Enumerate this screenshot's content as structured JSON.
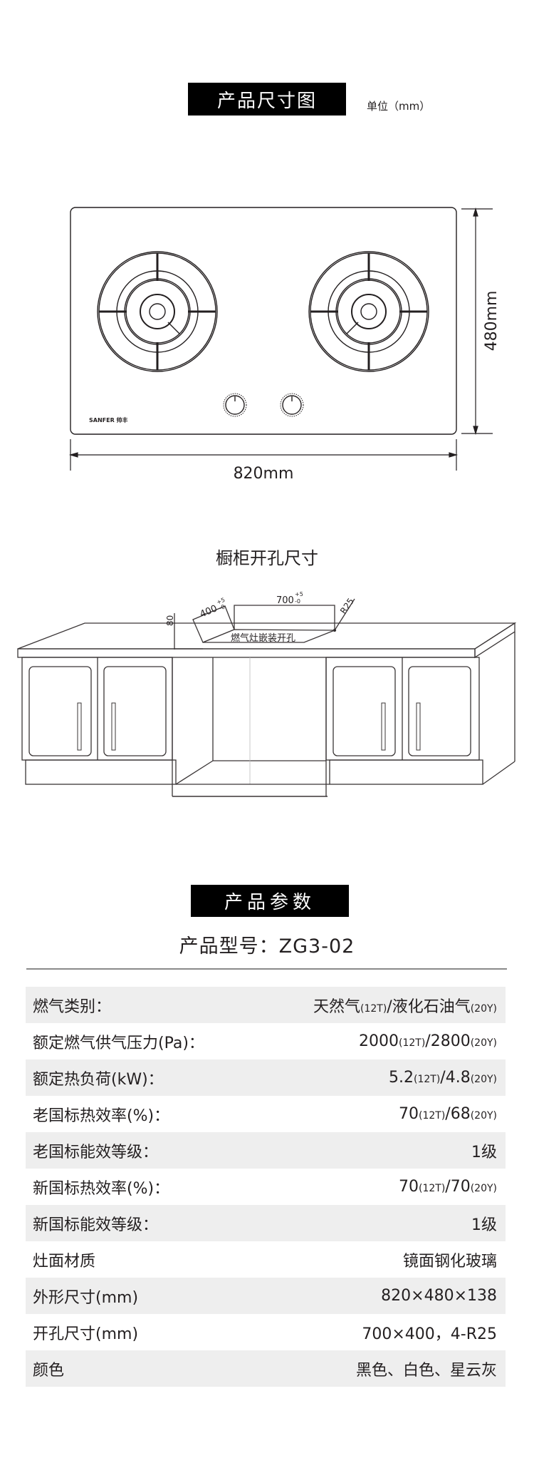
{
  "section1": {
    "title": "产品尺寸图",
    "unit": "单位（mm）",
    "width_label": "820mm",
    "height_label": "480mm",
    "brand_logo": "SANFER 帅丰"
  },
  "section2": {
    "title": "橱柜开孔尺寸",
    "depth_label": "80",
    "depth_cut": "400",
    "width_cut": "700",
    "tol_plus": "+5",
    "tol_minus": "-0",
    "radius_label": "R25",
    "hole_label": "燃气灶嵌装开孔"
  },
  "section3": {
    "title": "产品参数",
    "model_label": "产品型号：",
    "model_value": "ZG3-02",
    "specs": [
      {
        "label": "燃气类别：",
        "value_parts": [
          [
            "天然气",
            ""
          ],
          [
            "(12T)",
            "sub"
          ],
          [
            "/液化石油气",
            ""
          ],
          [
            "(20Y)",
            "sub"
          ]
        ]
      },
      {
        "label": "额定燃气供气压力(Pa)：",
        "value_parts": [
          [
            "2000",
            ""
          ],
          [
            "(12T)",
            "sub"
          ],
          [
            "/2800",
            ""
          ],
          [
            "(20Y)",
            "sub"
          ]
        ]
      },
      {
        "label": "额定热负荷(kW)：",
        "value_parts": [
          [
            "5.2",
            ""
          ],
          [
            "(12T)",
            "sub"
          ],
          [
            "/4.8",
            ""
          ],
          [
            "(20Y)",
            "sub"
          ]
        ]
      },
      {
        "label": "老国标热效率(%)：",
        "value_parts": [
          [
            "70",
            ""
          ],
          [
            "(12T)",
            "sub"
          ],
          [
            "/68",
            ""
          ],
          [
            "(20Y)",
            "sub"
          ]
        ]
      },
      {
        "label": "老国标能效等级：",
        "value_parts": [
          [
            "1级",
            ""
          ]
        ]
      },
      {
        "label": "新国标热效率(%)：",
        "value_parts": [
          [
            "70",
            ""
          ],
          [
            "(12T)",
            "sub"
          ],
          [
            "/70",
            ""
          ],
          [
            "(20Y)",
            "sub"
          ]
        ]
      },
      {
        "label": "新国标能效等级：",
        "value_parts": [
          [
            "1级",
            ""
          ]
        ]
      },
      {
        "label": "灶面材质",
        "value_parts": [
          [
            "镜面钢化玻璃",
            ""
          ]
        ]
      },
      {
        "label": "外形尺寸(mm)",
        "value_parts": [
          [
            "820×480×138",
            ""
          ]
        ]
      },
      {
        "label": "开孔尺寸(mm)",
        "value_parts": [
          [
            "700×400，4-R25",
            ""
          ]
        ]
      },
      {
        "label": "颜色",
        "value_parts": [
          [
            "黑色、白色、星云灰",
            ""
          ]
        ]
      }
    ]
  },
  "colors": {
    "title_bg": "#000000",
    "title_fg": "#ffffff",
    "row_shade": "#eeeeee",
    "line": "#231f20",
    "divider": "#8a8a8a"
  }
}
